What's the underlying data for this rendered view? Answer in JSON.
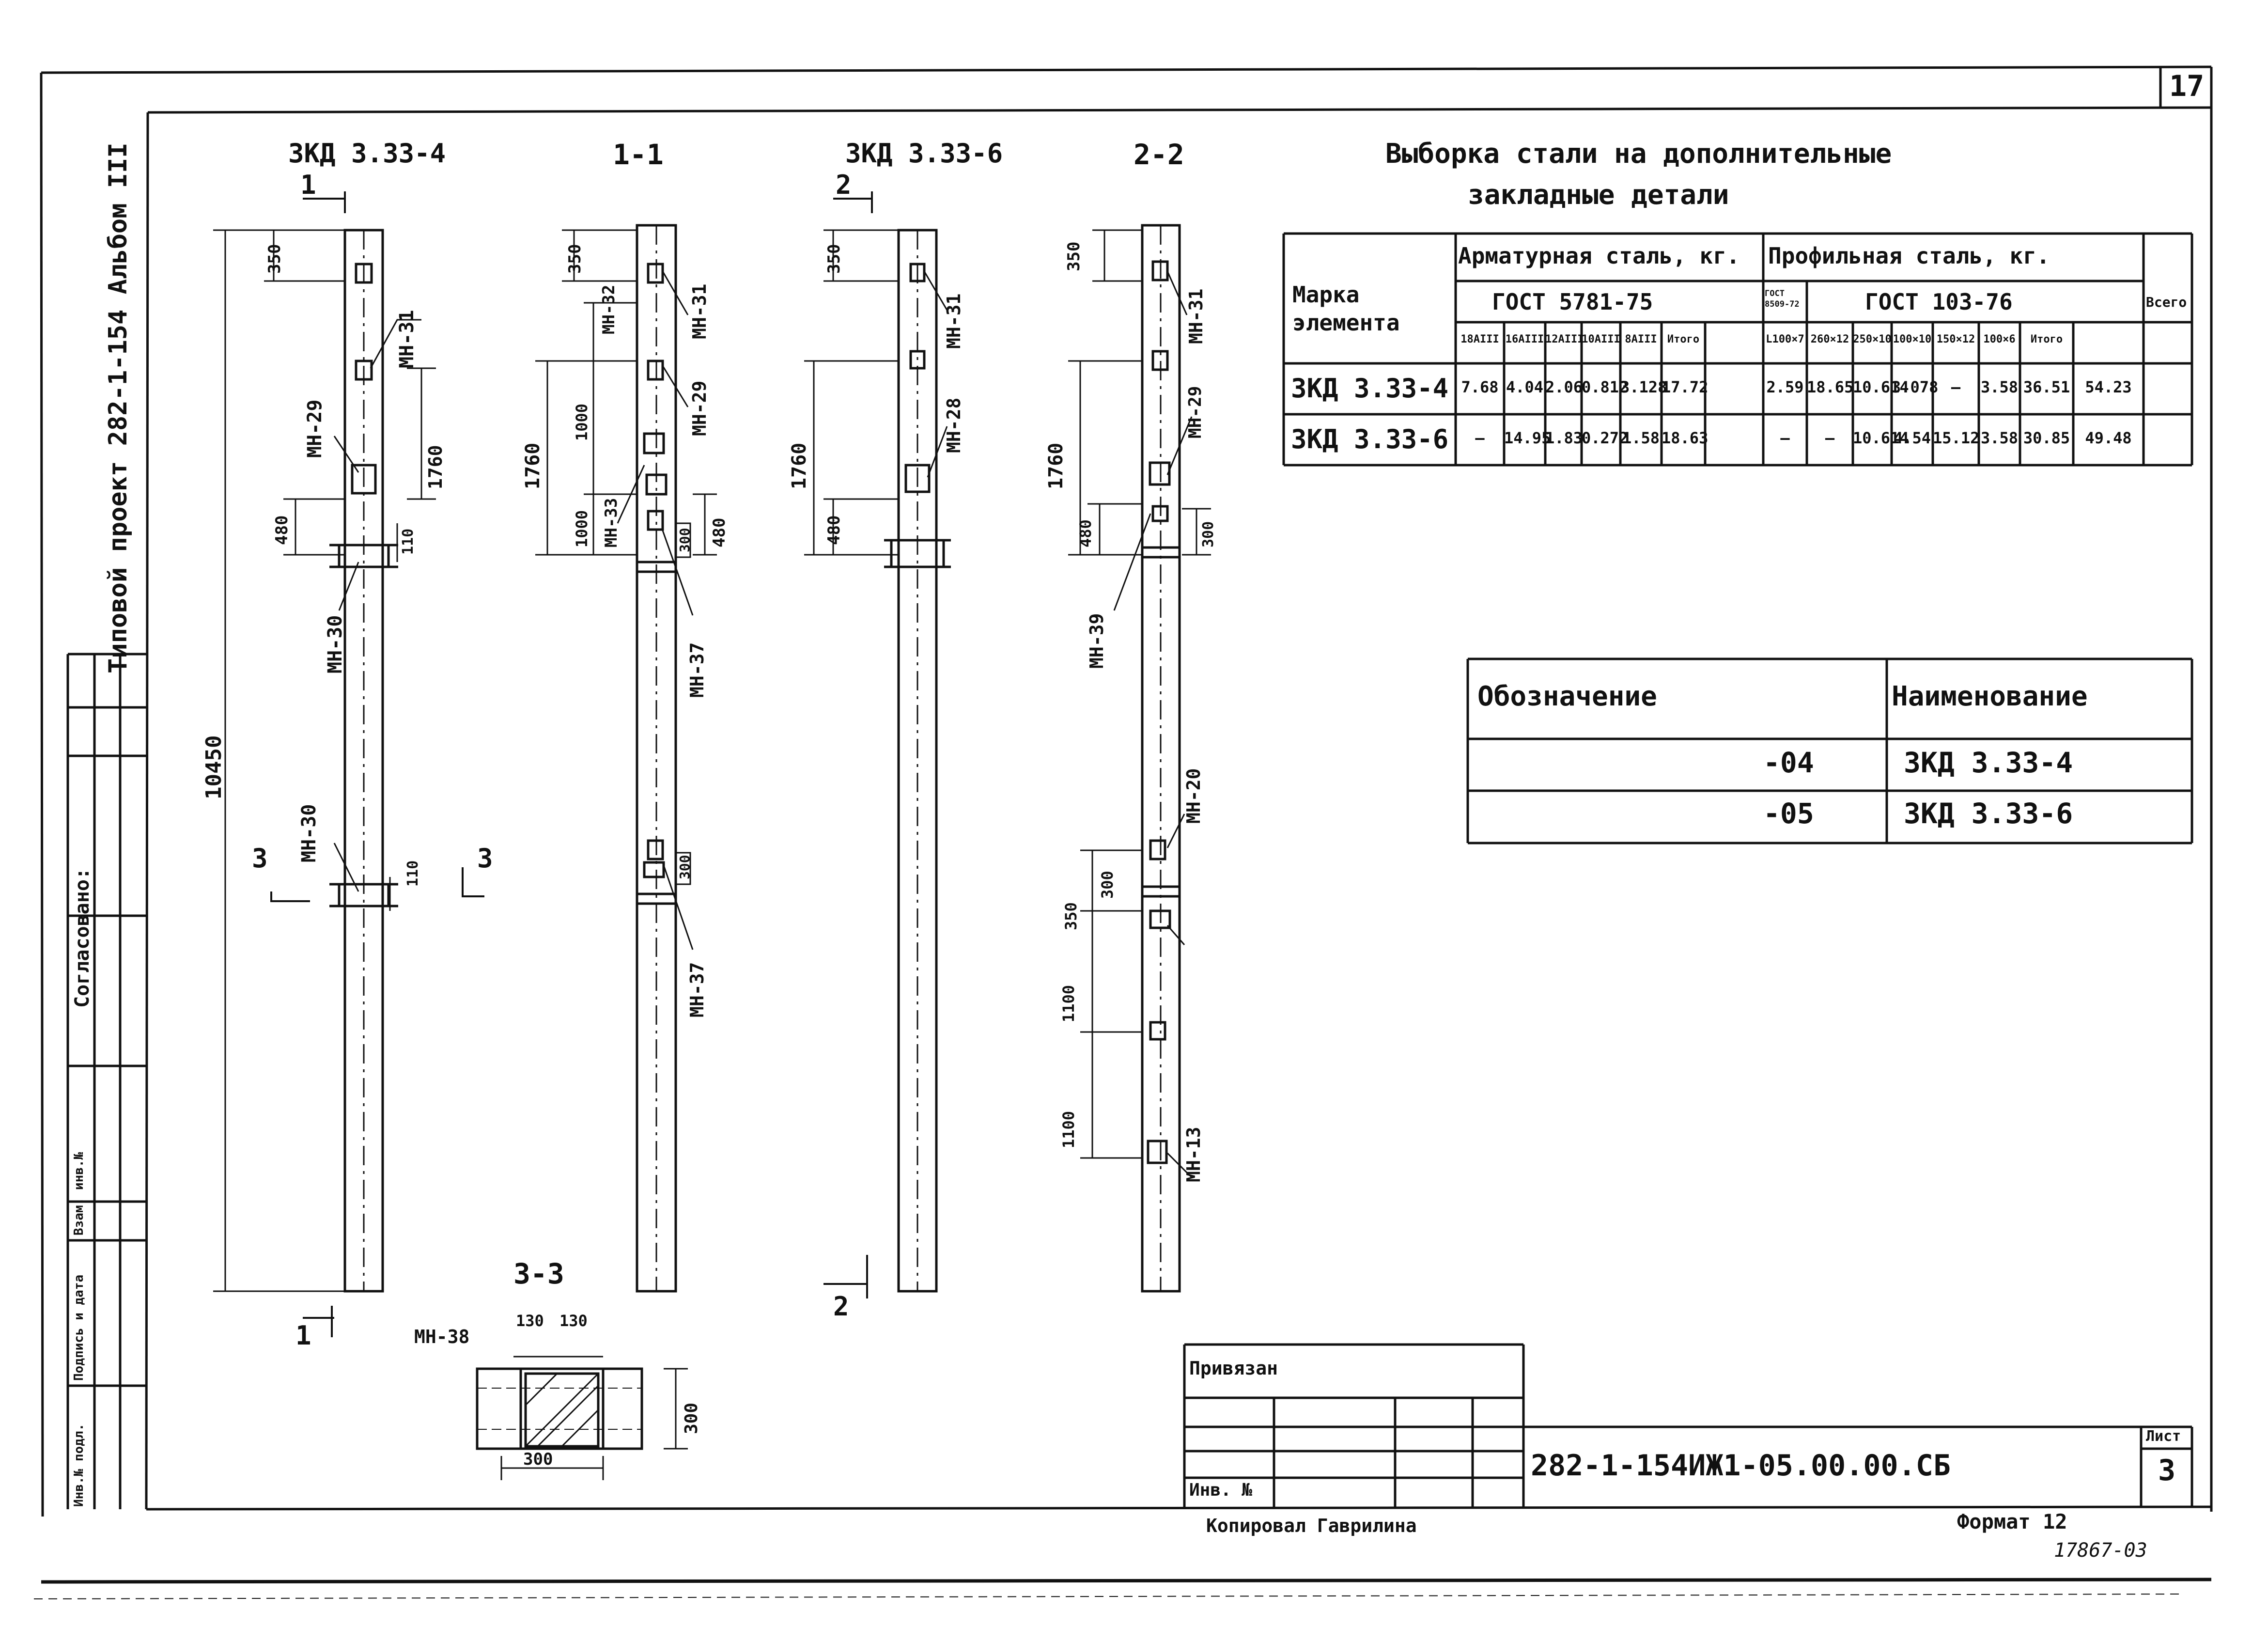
{
  "sheet_number": "17",
  "side_stamp": {
    "project": "Типовой проект 282-1-154 Альбом III",
    "agreed": "Согласовано:",
    "inv_orig": "Инв.№ подл.",
    "sign_date": "Подпись и дата",
    "inv_repl": "Взам. инв.№"
  },
  "views": {
    "v1_title": "ЗКД 3.33-4",
    "v2_title": "1-1",
    "v3_title": "ЗКД 3.33-6",
    "v4_title": "2-2",
    "sec33_title": "3-3"
  },
  "cut_marks": {
    "c1": "1",
    "c2": "2",
    "c3": "3"
  },
  "dims": {
    "d350": "350",
    "d1760": "1760",
    "d480": "480",
    "d110": "110",
    "d10450": "10450",
    "d1000": "1000",
    "d300": "300",
    "d1100": "1100",
    "d130": "130"
  },
  "parts": {
    "mn31": "МН-31",
    "mn29": "МН-29",
    "mn30": "МН-30",
    "mn32": "МН-32",
    "mn33": "МН-33",
    "mn37": "МН-37",
    "mn28": "МН-28",
    "mn39": "МН-39",
    "mn20": "МН-20",
    "mn13": "МН-13",
    "mn38": "МН-38"
  },
  "steel_table": {
    "title_line1": "Выборка стали на дополнительные",
    "title_line2": "закладные детали",
    "h_mark": "Марка элемента",
    "h_rebar": "Арматурная сталь, кг.",
    "h_profile": "Профильная сталь, кг.",
    "h_gost5781": "ГОСТ 5781-75",
    "h_gost8509": "ГОСТ 8509-72",
    "h_gost103": "ГОСТ 103-76",
    "h_total": "Всего",
    "sub": [
      "18AIII",
      "16AIII",
      "12AIII",
      "10AIII",
      "8AIII",
      "Итого",
      "L100×7",
      "260×12",
      "250×10",
      "100×10",
      "150×12",
      "100×6",
      "Итого"
    ],
    "rows": [
      {
        "mark": "ЗКД 3.33-4",
        "v": [
          "7.68",
          "4.04",
          "2.06",
          "0.812",
          "3.128",
          "17.72",
          "2.59",
          "18.65",
          "10.614",
          "3.078",
          "—",
          "3.58",
          "36.51",
          "54.23"
        ]
      },
      {
        "mark": "ЗКД 3.33-6",
        "v": [
          "—",
          "14.95",
          "1.83",
          "0.272",
          "1.58",
          "18.63",
          "—",
          "—",
          "10.614",
          "4.54",
          "15.12",
          "3.58",
          "30.85",
          "49.48"
        ]
      }
    ]
  },
  "designation_table": {
    "h_code": "Обозначение",
    "h_name": "Наименование",
    "rows": [
      {
        "code": "-04",
        "name": "ЗКД 3.33-4"
      },
      {
        "code": "-05",
        "name": "ЗКД 3.33-6"
      }
    ]
  },
  "title_block": {
    "linked": "Привязан",
    "inv_no": "Инв. №",
    "doc_code": "282-1-154ИЖ1-05.00.00.СБ",
    "sheet_label": "Лист",
    "sheet_value": "3"
  },
  "footer": {
    "copied": "Копировал Гаврилина",
    "format": "Формат 12",
    "archive": "17867-03"
  }
}
